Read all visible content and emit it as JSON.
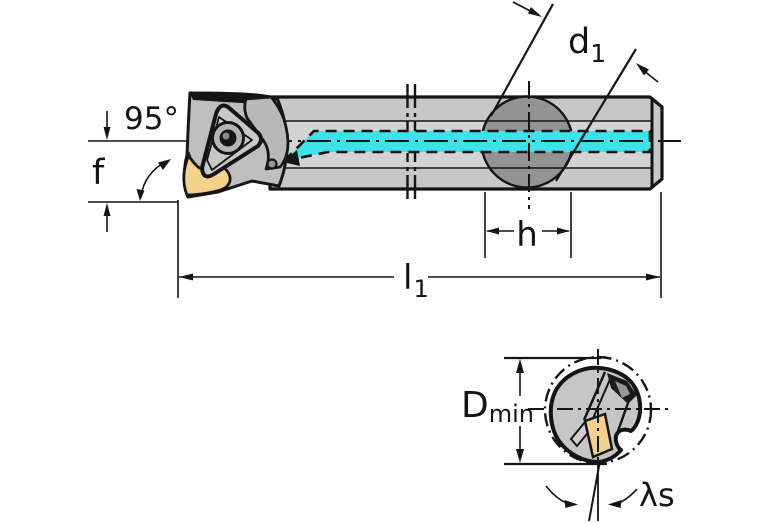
{
  "diagram": {
    "labels": {
      "entering_angle": "95°",
      "head_offset": "f",
      "bar_diameter": {
        "base": "d",
        "sub": "1"
      },
      "clamping_length": "h",
      "overall_length": {
        "base": "l",
        "sub": "1"
      },
      "min_bore_diameter": {
        "base": "D",
        "sub": "min"
      },
      "inclination_angle": "λs"
    },
    "colors": {
      "coolant_channel": "#3ee2e9",
      "insert_shim": "#f4d28d",
      "bar_body": "#c7c7c7",
      "bar_mid_band": "#d3d3d3",
      "clamping_zone": "#939393",
      "head_body": "#bfbfbf",
      "insert_face": "#c8c8c8",
      "section_body": "#c6c6c6",
      "outline": "#141414",
      "background": "#ffffff"
    }
  }
}
